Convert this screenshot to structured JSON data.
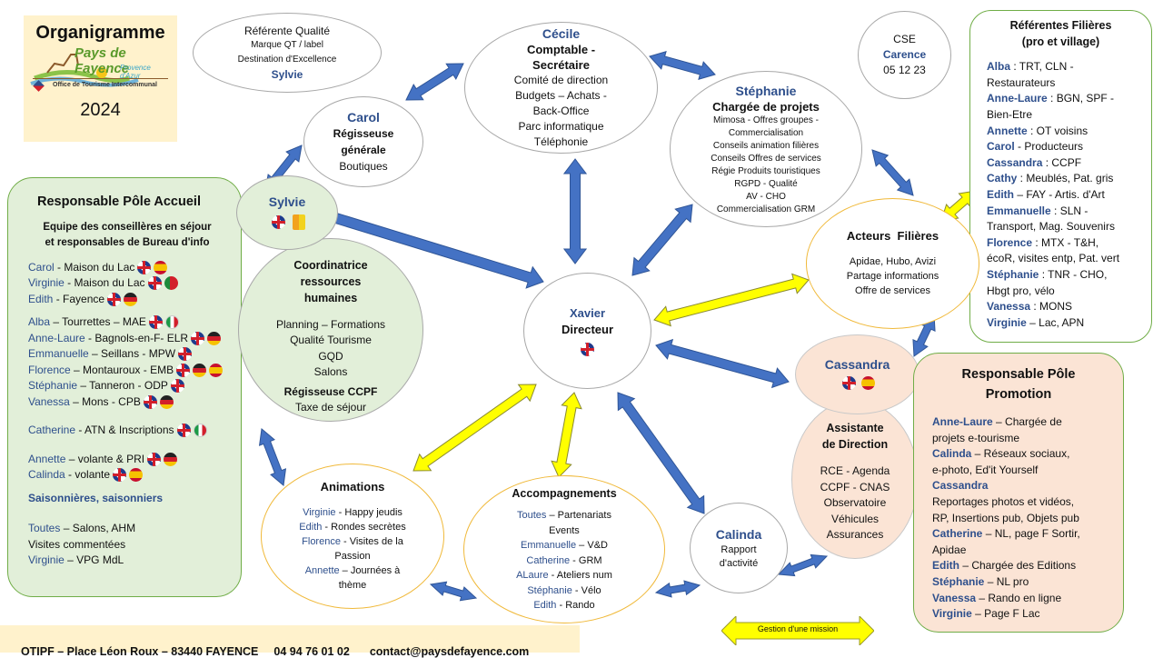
{
  "header": {
    "title": "Organigramme",
    "logo_brand": "Pays de Fayence",
    "logo_tagline": "Provence d'Azur",
    "logo_office": "Office de Tourisme Intercommunal",
    "year": "2024"
  },
  "qualite": {
    "line1": "Référente Qualité",
    "line2": "Marque QT / label",
    "line3": "Destination d'Excellence",
    "name": "Sylvie"
  },
  "carol": {
    "name": "Carol",
    "role1": "Régisseuse",
    "role2": "générale",
    "detail": "Boutiques"
  },
  "cecile": {
    "name": "Cécile",
    "role1": "Comptable -",
    "role2": "Secrétaire",
    "items": [
      "Comité de direction",
      "Budgets – Achats -",
      "Back-Office",
      "Parc informatique",
      "Téléphonie"
    ]
  },
  "stephanie": {
    "name": "Stéphanie",
    "role": "Chargée de projets",
    "items": [
      "Mimosa - Offres groupes -",
      "Commercialisation",
      "Conseils animation filières",
      "Conseils Offres de services",
      "Régie Produits touristiques",
      "RGPD - Qualité",
      "AV - CHO",
      "Commercialisation GRM"
    ]
  },
  "cse": {
    "label": "CSE",
    "name": "Carence",
    "date": "05 12 23"
  },
  "referentes": {
    "title1": "Référentes Filières",
    "title2": "(pro et village)",
    "entries": [
      {
        "name": "Alba",
        "sep": " : ",
        "text": "TRT, CLN -",
        "text2": "Restaurateurs"
      },
      {
        "name": "Anne-Laure",
        "sep": " : ",
        "text": "BGN, SPF -",
        "text2": "Bien-Etre"
      },
      {
        "name": "Annette",
        "sep": " : ",
        "text": "OT voisins",
        "text2": ""
      },
      {
        "name": "Carol",
        "sep": " - ",
        "text": "Producteurs",
        "text2": ""
      },
      {
        "name": "Cassandra",
        "sep": " : ",
        "text": "CCPF",
        "text2": ""
      },
      {
        "name": "Cathy",
        "sep": " : ",
        "text": "Meublés, Pat. gris",
        "text2": ""
      },
      {
        "name": "Edith",
        "sep": " – ",
        "text": "FAY - Artis. d'Art",
        "text2": ""
      },
      {
        "name": "Emmanuelle",
        "sep": "  : ",
        "text": "SLN -",
        "text2": "Transport, Mag. Souvenirs"
      },
      {
        "name": "Florence",
        "sep": " : ",
        "text": "MTX - T&H,",
        "text2": "écoR, visites entp, Pat. vert"
      },
      {
        "name": "Stéphanie",
        "sep": " : ",
        "text": "TNR - CHO,",
        "text2": "Hbgt pro, vélo"
      },
      {
        "name": "Vanessa",
        "sep": " : ",
        "text": "MONS",
        "text2": ""
      },
      {
        "name": "Virginie",
        "sep": " – ",
        "text": "Lac, APN",
        "text2": ""
      }
    ]
  },
  "accueil": {
    "title": "Responsable Pôle Accueil",
    "subtitle1": "Equipe des conseillères en séjour",
    "subtitle2": "et responsables de Bureau d'info",
    "group1": [
      {
        "name": "Carol",
        "text": " - Maison du Lac",
        "flags": [
          "uk",
          "es"
        ]
      },
      {
        "name": "Virginie",
        "text": " - Maison du Lac",
        "flags": [
          "uk",
          "pt"
        ]
      },
      {
        "name": "Edith",
        "text": " - Fayence",
        "flags": [
          "uk",
          "de"
        ]
      }
    ],
    "group2": [
      {
        "name": "Alba",
        "text": " – Tourrettes – MAE",
        "flags": [
          "uk",
          "it"
        ]
      },
      {
        "name": "Anne-Laure",
        "text": " - Bagnols-en-F- ELR",
        "flags": [
          "uk",
          "de"
        ]
      },
      {
        "name": "Emmanuelle",
        "text": " – Seillans - MPW",
        "flags": [
          "uk"
        ]
      },
      {
        "name": "Florence",
        "text": " – Montauroux - EMB",
        "flags": [
          "uk",
          "de",
          "es"
        ]
      },
      {
        "name": "Stéphanie",
        "text": " – Tanneron - ODP",
        "flags": [
          "uk"
        ]
      },
      {
        "name": "Vanessa",
        "text": " – Mons - CPB",
        "flags": [
          "uk",
          "de"
        ]
      }
    ],
    "group3": [
      {
        "name": "Catherine",
        "text": " - ATN & Inscriptions",
        "flags": [
          "uk",
          "it"
        ]
      }
    ],
    "group4": [
      {
        "name": "Annette",
        "text": " – volante & PRI",
        "flags": [
          "uk",
          "de"
        ]
      },
      {
        "name": "Calinda",
        "text": " - volante",
        "flags": [
          "uk",
          "es"
        ]
      }
    ],
    "seasonal": "Saisonnières, saisonniers",
    "toutes_name": "Toutes",
    "toutes_text": " – Salons, AHM",
    "visites": "Visites commentées",
    "virginie_name": "Virginie",
    "virginie_text": " – VPG MdL"
  },
  "sylvie": {
    "name": "Sylvie",
    "role1": "Coordinatrice",
    "role2": "ressources",
    "role3": "humaines",
    "items": [
      "Planning – Formations",
      "Qualité Tourisme",
      "GQD",
      "Salons"
    ],
    "role4": "Régisseuse CCPF",
    "detail": "Taxe de séjour"
  },
  "xavier": {
    "name": "Xavier",
    "role": "Directeur"
  },
  "acteurs": {
    "title": "Acteurs  Filières",
    "items": [
      "Apidae, Hubo, Avizi",
      "Partage informations",
      "Offre de services"
    ]
  },
  "cassandra": {
    "name": "Cassandra",
    "role1": "Assistante",
    "role2": "de Direction",
    "items": [
      "RCE - Agenda",
      "CCPF - CNAS",
      "Observatoire",
      "Véhicules",
      "Assurances"
    ]
  },
  "promotion": {
    "title1": "Responsable Pôle",
    "title2": "Promotion",
    "entries": [
      {
        "name": "Anne-Laure",
        "text": " – Chargée de",
        "text2": "projets e-tourisme"
      },
      {
        "name": "Calinda",
        "text": " – Réseaux sociaux,",
        "text2": "e-photo, Ed'it Yourself"
      },
      {
        "name": "Cassandra",
        "text": "",
        "text2": "Reportages photos et vidéos,",
        "text3": "RP, Insertions pub, Objets pub"
      },
      {
        "name": "Catherine",
        "text": " – NL, page F Sortir,",
        "text2": "Apidae"
      },
      {
        "name": "Edith",
        "text": " – Chargée des Editions",
        "text2": ""
      },
      {
        "name": "Stéphanie",
        "text": " – NL pro",
        "text2": ""
      },
      {
        "name": "Vanessa",
        "text": " – Rando en ligne",
        "text2": ""
      },
      {
        "name": "Virginie",
        "text": " – Page F Lac",
        "text2": ""
      }
    ]
  },
  "animations": {
    "title": "Animations",
    "entries": [
      {
        "name": "Virginie",
        "text": " -  Happy jeudis"
      },
      {
        "name": "Edith",
        "text": " - Rondes secrètes"
      },
      {
        "name": "Florence",
        "text": "  - Visites de la"
      },
      {
        "name": "",
        "text": "Passion"
      },
      {
        "name": "Annette",
        "text": " – Journées à"
      },
      {
        "name": "",
        "text": "thème"
      }
    ]
  },
  "accompagnements": {
    "title": "Accompagnements",
    "entries": [
      {
        "name": "Toutes",
        "text": " – Partenariats"
      },
      {
        "name": "",
        "text": "Events"
      },
      {
        "name": "Emmanuelle",
        "text": " – V&D"
      },
      {
        "name": "Catherine",
        "text": " - GRM"
      },
      {
        "name": "ALaure",
        "text": " - Ateliers num"
      },
      {
        "name": "Stéphanie",
        "text": " - Vélo"
      },
      {
        "name": "Edith",
        "text": " - Rando"
      }
    ]
  },
  "calinda": {
    "name": "Calinda",
    "line1": "Rapport",
    "line2": "d'activité"
  },
  "legend": {
    "label": "Gestion d'une mission"
  },
  "footer": {
    "address": "OTIPF – Place Léon Roux – 83440 FAYENCE",
    "phone": "04 94 76 01 02",
    "email": "contact@paysdefayence.com"
  },
  "colors": {
    "name_blue": "#2e4f8c",
    "arrow_blue": "#4472c4",
    "arrow_yellow": "#ffff00",
    "green_fill": "#e2efd9",
    "peach_fill": "#fbe4d5",
    "header_fill": "#fff2cc"
  }
}
